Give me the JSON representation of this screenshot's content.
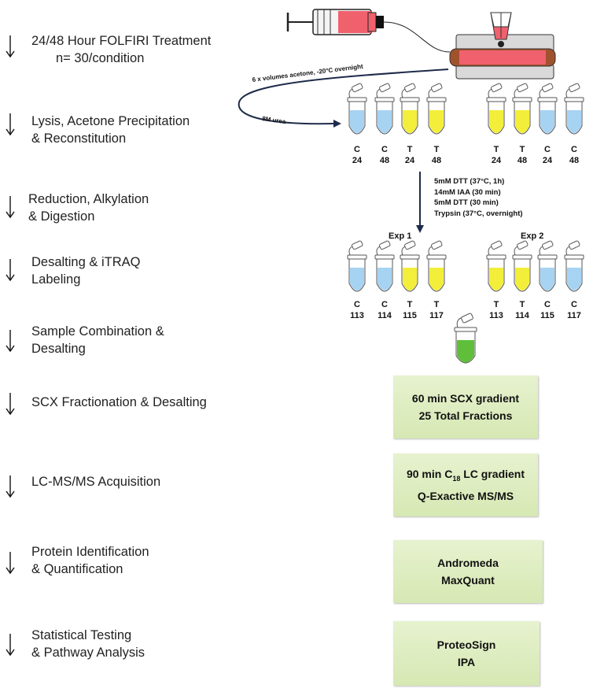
{
  "steps": [
    {
      "line1": "24/48 Hour FOLFIRI Treatment",
      "line2": "n= 30/condition"
    },
    {
      "line1": "Lysis, Acetone Precipitation",
      "line2": "& Reconstitution"
    },
    {
      "line1": "Reduction, Alkylation",
      "line2": "& Digestion"
    },
    {
      "line1": "Desalting & iTRAQ",
      "line2": "Labeling"
    },
    {
      "line1": "Sample Combination &",
      "line2": "Desalting"
    },
    {
      "line1": "SCX Fractionation & Desalting",
      "line2": ""
    },
    {
      "line1": "LC-MS/MS Acquisition",
      "line2": ""
    },
    {
      "line1": "Protein Identification",
      "line2": "& Quantification"
    },
    {
      "line1": "Statistical Testing",
      "line2": "& Pathway Analysis"
    }
  ],
  "precipitation": {
    "acetone_label": "6 x volumes acetone, -20°C overnight",
    "urea_label": "8M urea"
  },
  "tubes_row1": [
    {
      "group": "C",
      "time": "24",
      "color": "#a7d3f3"
    },
    {
      "group": "C",
      "time": "48",
      "color": "#a7d3f3"
    },
    {
      "group": "T",
      "time": "24",
      "color": "#f2ee3a"
    },
    {
      "group": "T",
      "time": "48",
      "color": "#f2ee3a"
    },
    {
      "group": "T",
      "time": "24",
      "color": "#f2ee3a"
    },
    {
      "group": "T",
      "time": "48",
      "color": "#f2ee3a"
    },
    {
      "group": "C",
      "time": "24",
      "color": "#a7d3f3"
    },
    {
      "group": "C",
      "time": "48",
      "color": "#a7d3f3"
    }
  ],
  "digestion_conditions": [
    "5mM DTT (37°C, 1h)",
    "14mM IAA (30 min)",
    "5mM DTT (30 min)",
    "Trypsin (37°C, overnight)"
  ],
  "experiments": {
    "exp1": "Exp 1",
    "exp2": "Exp 2"
  },
  "tubes_row2": [
    {
      "group": "C",
      "label": "113",
      "color": "#a7d3f3"
    },
    {
      "group": "C",
      "label": "114",
      "color": "#a7d3f3"
    },
    {
      "group": "T",
      "label": "115",
      "color": "#f2ee3a"
    },
    {
      "group": "T",
      "label": "117",
      "color": "#f2ee3a"
    },
    {
      "group": "T",
      "label": "113",
      "color": "#f2ee3a"
    },
    {
      "group": "T",
      "label": "114",
      "color": "#f2ee3a"
    },
    {
      "group": "C",
      "label": "115",
      "color": "#a7d3f3"
    },
    {
      "group": "C",
      "label": "117",
      "color": "#a7d3f3"
    }
  ],
  "combined_tube_color": "#5fbf3a",
  "boxes": {
    "scx": {
      "line1": "60 min SCX gradient",
      "line2": "25 Total Fractions"
    },
    "lc": {
      "line1_pre": "90 min C",
      "line1_sub": "18",
      "line1_post": " LC gradient",
      "line2": "Q-Exactive MS/MS"
    },
    "id": {
      "line1": "Andromeda",
      "line2": "MaxQuant"
    },
    "stats": {
      "line1": "ProteoSign",
      "line2": "IPA"
    }
  },
  "colors": {
    "box_fill": "#dcebbf",
    "arrow": "#1f2b4a",
    "syringe_red": "#f0616e"
  }
}
